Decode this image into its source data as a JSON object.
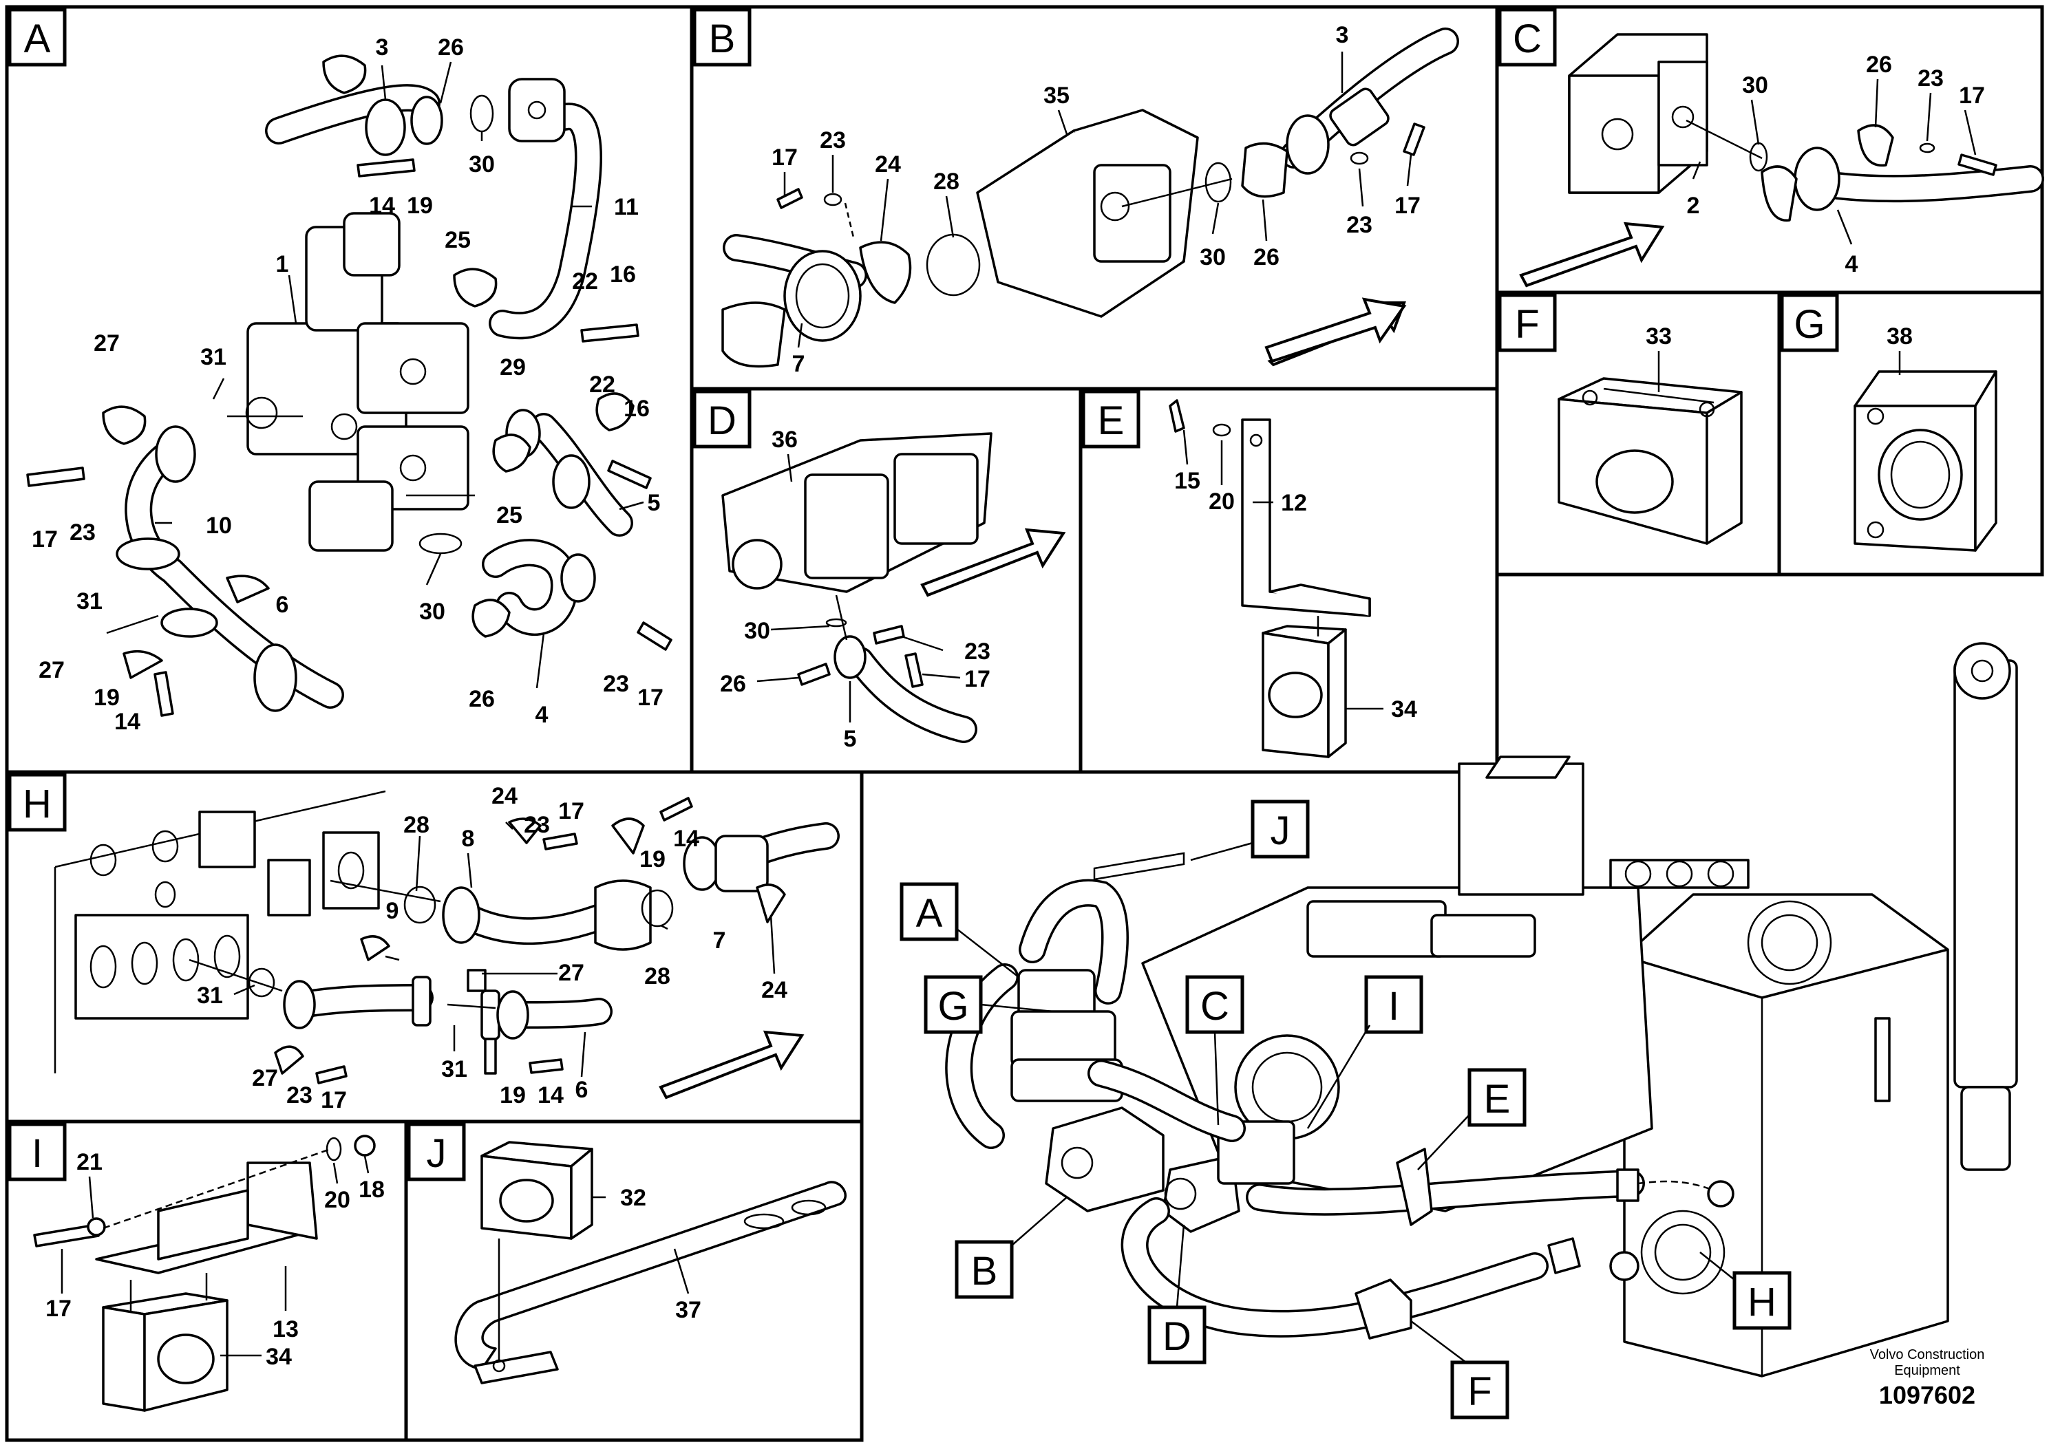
{
  "panels": {
    "A": {
      "tag": "A",
      "labels": [
        "3",
        "26",
        "30",
        "14",
        "19",
        "11",
        "1",
        "25",
        "22",
        "16",
        "29",
        "27",
        "31",
        "22",
        "16",
        "17",
        "23",
        "10",
        "25",
        "5",
        "31",
        "6",
        "30",
        "26",
        "4",
        "23",
        "17",
        "27",
        "19",
        "14"
      ]
    },
    "B": {
      "tag": "B",
      "labels": [
        "3",
        "35",
        "17",
        "23",
        "24",
        "28",
        "30",
        "26",
        "23",
        "17",
        "7"
      ]
    },
    "C": {
      "tag": "C",
      "labels": [
        "30",
        "26",
        "23",
        "17",
        "2",
        "4"
      ]
    },
    "D": {
      "tag": "D",
      "labels": [
        "36",
        "30",
        "23",
        "26",
        "17",
        "5"
      ]
    },
    "E": {
      "tag": "E",
      "labels": [
        "15",
        "20",
        "12",
        "34"
      ]
    },
    "F": {
      "tag": "F",
      "labels": [
        "33"
      ]
    },
    "G": {
      "tag": "G",
      "labels": [
        "38"
      ]
    },
    "H": {
      "tag": "H",
      "labels": [
        "28",
        "8",
        "24",
        "23",
        "17",
        "19",
        "14",
        "7",
        "28",
        "24",
        "9",
        "27",
        "31",
        "31",
        "27",
        "23",
        "17",
        "19",
        "14",
        "6"
      ]
    },
    "I": {
      "tag": "I",
      "labels": [
        "21",
        "20",
        "18",
        "17",
        "13",
        "34"
      ]
    },
    "J": {
      "tag": "J",
      "labels": [
        "32",
        "37"
      ]
    }
  },
  "overview": {
    "tags": [
      "J",
      "A",
      "G",
      "C",
      "I",
      "E",
      "B",
      "D",
      "H",
      "F"
    ]
  },
  "footer": {
    "brand_line1": "Volvo Construction",
    "brand_line2": "Equipment",
    "doc_number": "1097602"
  }
}
